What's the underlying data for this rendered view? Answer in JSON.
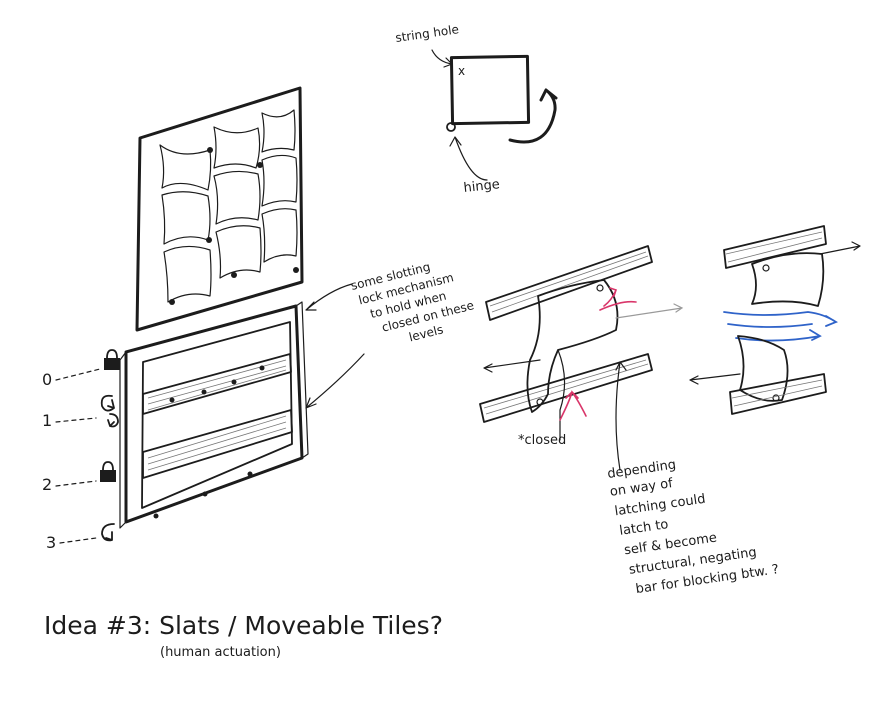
{
  "labels": {
    "string_hole": "string hole",
    "x_mark": "x",
    "hinge": "hinge",
    "slotting_note": [
      "some slotting",
      "lock mechanism",
      "to hold when",
      "closed on these",
      "levels"
    ],
    "closed": "*closed",
    "depending_note": [
      "depending",
      "on way of",
      "latching could",
      "latch to",
      "self & become",
      "structural, negating",
      "bar for blocking btw. ?"
    ],
    "title": "Idea #3: Slats / Moveable Tiles?",
    "subtitle": "(human actuation)"
  },
  "levels": [
    {
      "number": "0",
      "icon": "lock-icon"
    },
    {
      "number": "1",
      "icon": "rotate-icon"
    },
    {
      "number": "2",
      "icon": "lock-icon"
    },
    {
      "number": "3",
      "icon": "rotate-icon"
    }
  ],
  "colors": {
    "ink": "#1c1c1c",
    "red_arrow": "#d9366a",
    "blue_airflow": "#2f63c9"
  }
}
